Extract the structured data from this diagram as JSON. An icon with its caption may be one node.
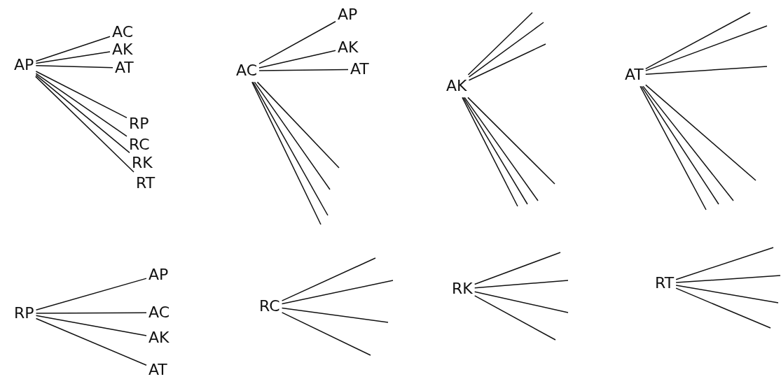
{
  "diagram": {
    "nodes": [
      {
        "text": [
          "AP"
        ]
      },
      {
        "text": [
          "AC"
        ]
      },
      {
        "text": [
          "AK"
        ]
      },
      {
        "text": [
          "AT"
        ]
      },
      {
        "text": [
          "RP"
        ]
      },
      {
        "text": [
          "RC"
        ]
      },
      {
        "text": [
          "RK"
        ]
      },
      {
        "text": [
          "RT"
        ]
      },
      {
        "text": [
          "AC"
        ]
      },
      {
        "text": [
          "AP"
        ]
      },
      {
        "text": [
          "AK"
        ]
      },
      {
        "text": [
          "AT"
        ]
      },
      {
        "text": [
          "AK"
        ]
      },
      {
        "text": [
          "AT"
        ]
      },
      {
        "text": [
          "RP"
        ]
      },
      {
        "text": [
          "AP"
        ]
      },
      {
        "text": [
          "AC"
        ]
      },
      {
        "text": [
          "AK"
        ]
      },
      {
        "text": [
          "AT"
        ]
      },
      {
        "text": [
          "RC"
        ]
      },
      {
        "text": [
          "RK"
        ]
      },
      {
        "text": [
          "RT"
        ]
      }
    ],
    "edges": [
      {
        "from": 0,
        "to": 1,
        "arrow": "none"
      },
      {
        "from": 0,
        "to": 2,
        "arrow": "none"
      },
      {
        "from": 0,
        "to": 3,
        "arrow": "none"
      },
      {
        "from": 0,
        "to": 4,
        "arrow": "none"
      },
      {
        "from": 0,
        "to": 5,
        "arrow": "none"
      },
      {
        "from": 0,
        "to": 6,
        "arrow": "none"
      },
      {
        "from": 0,
        "to": 7,
        "arrow": "none"
      },
      {
        "from": 8,
        "to": 9,
        "arrow": "none"
      },
      {
        "from": 8,
        "to": 10,
        "arrow": "none"
      },
      {
        "from": 8,
        "to": 11,
        "arrow": "none"
      },
      {
        "from": 8,
        "to": null,
        "arrow": "none"
      },
      {
        "from": 8,
        "to": null,
        "arrow": "none"
      },
      {
        "from": 8,
        "to": null,
        "arrow": "none"
      },
      {
        "from": 8,
        "to": null,
        "arrow": "none"
      },
      {
        "from": 12,
        "to": null,
        "arrow": "none"
      },
      {
        "from": 12,
        "to": null,
        "arrow": "none"
      },
      {
        "from": 12,
        "to": null,
        "arrow": "none"
      },
      {
        "from": 12,
        "to": null,
        "arrow": "none"
      },
      {
        "from": 12,
        "to": null,
        "arrow": "none"
      },
      {
        "from": 12,
        "to": null,
        "arrow": "none"
      },
      {
        "from": 12,
        "to": null,
        "arrow": "none"
      },
      {
        "from": 13,
        "to": null,
        "arrow": "none"
      },
      {
        "from": 13,
        "to": null,
        "arrow": "none"
      },
      {
        "from": 13,
        "to": null,
        "arrow": "none"
      },
      {
        "from": 13,
        "to": null,
        "arrow": "none"
      },
      {
        "from": 13,
        "to": null,
        "arrow": "none"
      },
      {
        "from": 13,
        "to": null,
        "arrow": "none"
      },
      {
        "from": 13,
        "to": null,
        "arrow": "none"
      },
      {
        "from": 14,
        "to": 15,
        "arrow": "none"
      },
      {
        "from": 14,
        "to": 16,
        "arrow": "none"
      },
      {
        "from": 14,
        "to": 17,
        "arrow": "none"
      },
      {
        "from": 14,
        "to": 18,
        "arrow": "none"
      },
      {
        "from": 19,
        "to": null,
        "arrow": "none"
      },
      {
        "from": 19,
        "to": null,
        "arrow": "none"
      },
      {
        "from": 19,
        "to": null,
        "arrow": "none"
      },
      {
        "from": 19,
        "to": null,
        "arrow": "none"
      },
      {
        "from": 20,
        "to": null,
        "arrow": "none"
      },
      {
        "from": 20,
        "to": null,
        "arrow": "none"
      },
      {
        "from": 20,
        "to": null,
        "arrow": "none"
      },
      {
        "from": 20,
        "to": null,
        "arrow": "none"
      },
      {
        "from": 21,
        "to": null,
        "arrow": "none"
      },
      {
        "from": 21,
        "to": null,
        "arrow": "none"
      },
      {
        "from": 21,
        "to": null,
        "arrow": "none"
      },
      {
        "from": 21,
        "to": null,
        "arrow": "none"
      }
    ]
  }
}
